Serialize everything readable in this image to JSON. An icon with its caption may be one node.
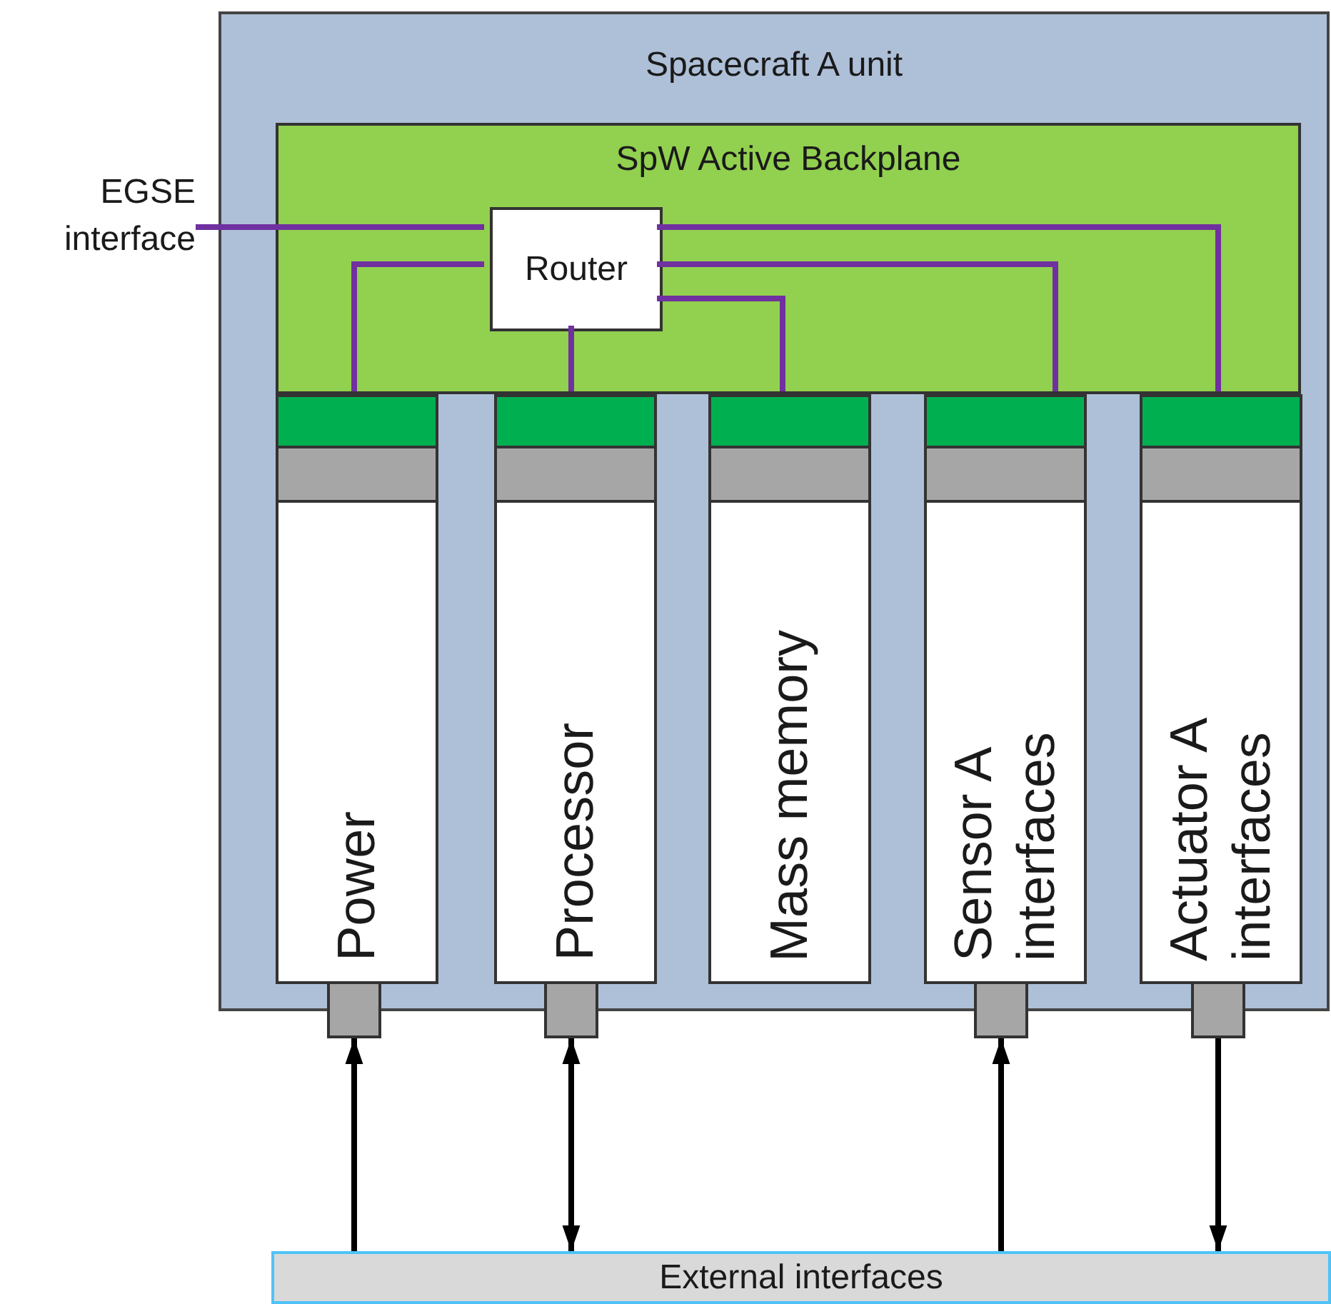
{
  "diagram": {
    "nodes": [
      {
        "text": [
          "Spacecraft A unit"
        ]
      },
      {
        "text": [
          "SpW Active Backplane"
        ],
        "in": 0
      },
      {
        "text": [
          "Router"
        ],
        "in": 1
      },
      {
        "text": [
          "Power"
        ],
        "in": 0
      },
      {
        "text": [
          "Processor"
        ],
        "in": 0
      },
      {
        "text": [
          "Mass memory"
        ],
        "in": 0
      },
      {
        "text": [
          "Sensor A interfaces"
        ],
        "in": 0
      },
      {
        "text": [
          "Actuator A interfaces"
        ],
        "in": 0
      },
      {
        "text": [
          "EGSE interface"
        ]
      },
      {
        "text": [],
        "shape": "box"
      },
      {
        "text": [],
        "shape": "box"
      },
      {
        "text": [],
        "shape": "box"
      },
      {
        "text": [],
        "shape": "box"
      },
      {
        "text": [
          "External interfaces"
        ]
      }
    ],
    "edges": [
      {
        "from": 8,
        "to": 2,
        "arrow": "none"
      },
      {
        "from": 2,
        "to": 3,
        "arrow": "none"
      },
      {
        "from": 2,
        "to": 4,
        "arrow": "none"
      },
      {
        "from": 2,
        "to": 5,
        "arrow": "none"
      },
      {
        "from": 2,
        "to": 6,
        "arrow": "none"
      },
      {
        "from": 2,
        "to": 7,
        "arrow": "none"
      },
      {
        "from": 13,
        "to": 9,
        "arrow": "to",
        "color": "#000000"
      },
      {
        "from": 10,
        "to": 13,
        "arrow": "both",
        "color": "#000000"
      },
      {
        "from": 13,
        "to": 11,
        "arrow": "to",
        "color": "#000000"
      },
      {
        "from": 12,
        "to": 13,
        "arrow": "to",
        "color": "#000000"
      }
    ]
  }
}
